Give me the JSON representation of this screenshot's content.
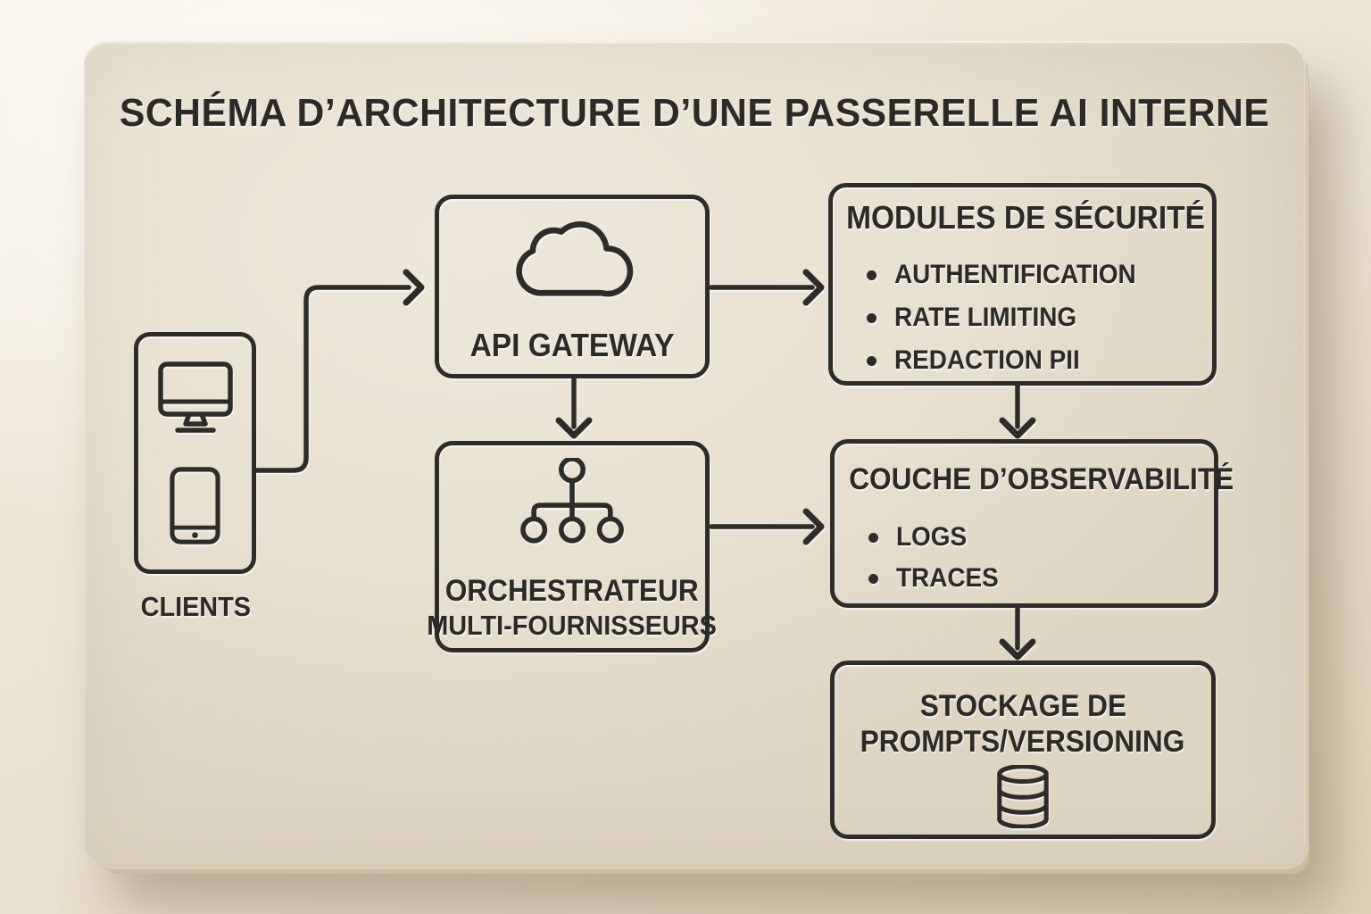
{
  "title": "SCHÉMA D’ARCHITECTURE D’UNE PASSERELLE AI INTERNE",
  "nodes": {
    "clients": {
      "label": "CLIENTS",
      "icons": [
        "desktop-icon",
        "smartphone-icon"
      ]
    },
    "api_gateway": {
      "label": "API GATEWAY",
      "icon": "cloud-icon"
    },
    "security": {
      "title": "MODULES DE SÉCURITÉ",
      "items": [
        "AUTHENTIFICATION",
        "RATE LIMITING",
        "REDACTION PII"
      ]
    },
    "orchestrator": {
      "label_line1": "ORCHESTRATEUR",
      "label_line2": "MULTI-FOURNISSEURS",
      "icon": "hierarchy-icon"
    },
    "observability": {
      "title": "COUCHE D’OBSERVABILITÉ",
      "items": [
        "LOGS",
        "TRACES"
      ]
    },
    "storage": {
      "label_line1": "STOCKAGE DE",
      "label_line2": "PROMPTS/VERSIONING",
      "icon": "database-icon"
    }
  },
  "edges": [
    {
      "from": "clients",
      "to": "api_gateway"
    },
    {
      "from": "api_gateway",
      "to": "security"
    },
    {
      "from": "api_gateway",
      "to": "orchestrator"
    },
    {
      "from": "security",
      "to": "observability"
    },
    {
      "from": "orchestrator",
      "to": "observability"
    },
    {
      "from": "observability",
      "to": "storage"
    }
  ],
  "colors": {
    "ink": "#2e2c27",
    "board": "#e8e1d1",
    "wall": "#ece4d3"
  }
}
